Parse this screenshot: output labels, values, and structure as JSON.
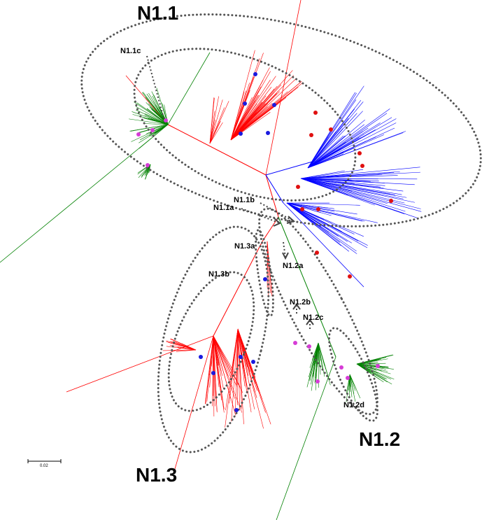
{
  "figure": {
    "scale_bar": {
      "label": "0.02",
      "value": 0.02
    },
    "clusters": {
      "n1_1": {
        "label": "N1.1",
        "color": "#ff0000"
      },
      "n1_2": {
        "label": "N1.2",
        "color": "#008000"
      },
      "n1_3": {
        "label": "N1.3",
        "color": "#ff0000"
      }
    },
    "subclades": {
      "n1_1a": "N1.1a",
      "n1_1b": "N1.1b",
      "n1_1c": "N1.1c",
      "n1_2a": "N1.2a",
      "n1_2b": "N1.2b",
      "n1_2c": "N1.2c",
      "n1_2d": "N1.2d",
      "n1_3a": "N1.3a",
      "n1_3b": "N1.3b"
    },
    "branch_colors": {
      "red": "#ff0000",
      "blue": "#0000ff",
      "green": "#008000"
    },
    "marker_colors": {
      "blue": "#1a1adf",
      "red": "#e01010",
      "magenta": "#d63cd6"
    }
  }
}
